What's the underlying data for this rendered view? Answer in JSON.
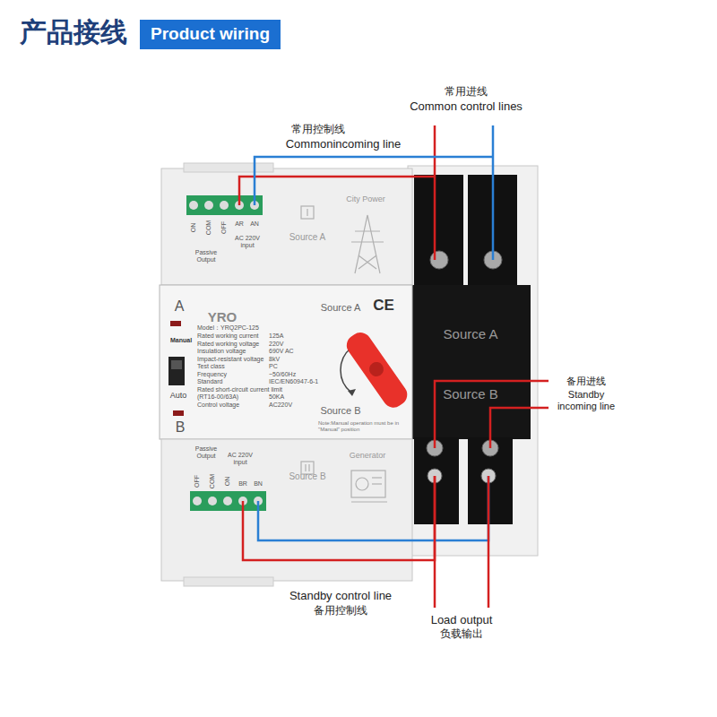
{
  "diagram": {
    "title": "产品接线",
    "nodes": [
      {
        "text": [
          "Product wiring"
        ]
      }
    ],
    "labels": [
      "常用进线",
      "Common control lines",
      "常用控制线",
      "Commonincoming line",
      "ON",
      "COM",
      "OFF",
      "AR",
      "AN",
      "AC 220V input",
      "Passive Output",
      "City Power",
      "Source A",
      "A",
      "YRO",
      "Model：YRQ2PC-125",
      "Rated working current",
      "125A",
      "Rated working voltage",
      "220V",
      "Insulation voltage",
      "690V AC",
      "Impact-resistant voltage",
      "8kV",
      "Test class",
      "PC",
      "Frequency",
      "~50/60Hz",
      "Standard",
      "IEC/EN60947-6-1",
      "Rated short-circuit current limit",
      "(RT16-00/63A)",
      "50KA",
      "Control voltage",
      "AC220V",
      "Manual",
      "Auto",
      "B",
      "Source A",
      "CE",
      "Source B",
      "Note:Manual operation must be in \"Manual\" position",
      "Source A",
      "Source B",
      "备用进线",
      "Standby incoming line",
      "Passive Output",
      "AC 220V input",
      "Generator",
      "Source B",
      "OFF",
      "COM",
      "ON",
      "BR",
      "BN",
      "Standby control line",
      "备用控制线",
      "Load output",
      "负载输出"
    ]
  }
}
